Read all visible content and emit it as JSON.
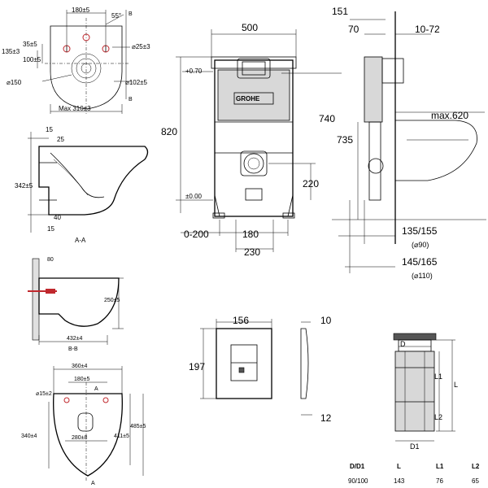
{
  "drawing": {
    "top_view": {
      "width_top": "180±5",
      "angle": "55°",
      "section_mark_top": "B",
      "section_mark_bottom": "B",
      "hole_dia": "⌀25±3",
      "dim_35": "35±5",
      "dim_135": "135±3",
      "dim_100": "100±5",
      "dia_150": "⌀150",
      "dia_102": "⌀102±5",
      "max_width": "Max 310±3"
    },
    "side_section": {
      "dim_15_top": "15",
      "dim_25": "25",
      "dim_342": "342±5",
      "dim_40": "40",
      "dim_15_bottom": "15",
      "section_label": "A-A"
    },
    "bb_view": {
      "dim_80": "80",
      "dim_250": "250±5",
      "dim_432": "432±4",
      "section_label": "B-B"
    },
    "bottom_view": {
      "dim_360": "360±4",
      "dim_180": "180±5",
      "dim_15": "⌀15±2",
      "section_mark_a1": "A",
      "section_mark_a2": "A",
      "dim_340": "340±4",
      "dim_280": "280±8",
      "dim_411": "411±5",
      "dim_485": "485±5"
    },
    "frame": {
      "width": "500",
      "top_plus": "+0.70",
      "height_820": "820",
      "height_740": "740",
      "height_735": "735",
      "dim_220": "220",
      "zero": "±0.00",
      "dim_0_200": "0-200",
      "dim_180": "180",
      "dim_230": "230",
      "brand": "GROHE"
    },
    "profile": {
      "dim_151": "151",
      "dim_70": "70",
      "dim_10_72": "10-72",
      "max_620": "max.620",
      "dim_135_155": "135/155",
      "dim_90": "(⌀90)",
      "dim_145_165": "145/165",
      "dim_110": "(⌀110)"
    },
    "plate": {
      "width": "156",
      "height": "197",
      "depth": "10",
      "depth_bottom": "12"
    },
    "pipe": {
      "label_d": "D",
      "label_l1": "L1",
      "label_l2": "L2",
      "label_l": "L",
      "label_d1": "D1",
      "table_headers": [
        "D/D1",
        "L",
        "L1",
        "L2"
      ],
      "table_values": [
        "90/100",
        "143",
        "76",
        "65"
      ]
    }
  }
}
